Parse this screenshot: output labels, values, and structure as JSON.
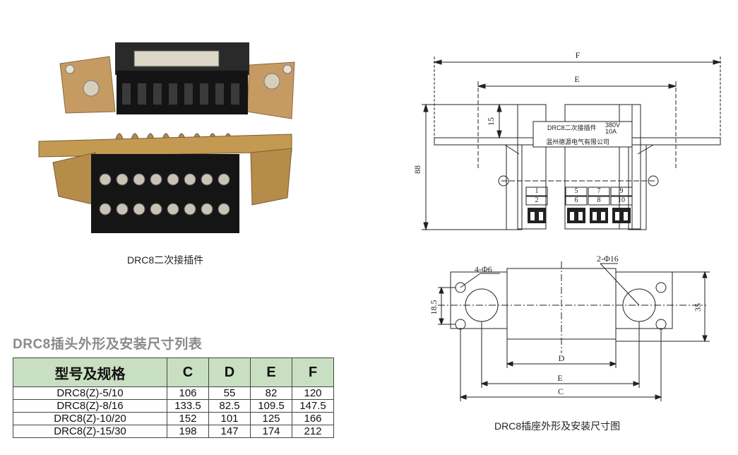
{
  "photo_caption": "DRC8二次接插件",
  "drawing_caption": "DRC8插座外形及安装尺寸图",
  "table_title": "DRC8插头外形及安装尺寸列表",
  "table": {
    "headers": [
      "型号及规格",
      "C",
      "D",
      "E",
      "F"
    ],
    "rows": [
      [
        "DRC8(Z)-5/10",
        "106",
        "55",
        "82",
        "120"
      ],
      [
        "DRC8(Z)-8/16",
        "133.5",
        "82.5",
        "109.5",
        "147.5"
      ],
      [
        "DRC8(Z)-10/20",
        "152",
        "101",
        "125",
        "166"
      ],
      [
        "DRC8(Z)-15/30",
        "198",
        "147",
        "174",
        "212"
      ]
    ]
  },
  "front_view": {
    "dim_F": "F",
    "dim_E": "E",
    "dim_15": "15",
    "dim_88": "88",
    "label_line1": "DRC8二次接插件",
    "label_voltage": "380V",
    "label_current": "10A",
    "label_company": "温州德源电气有限公司",
    "terminals_top": [
      "1",
      "5",
      "7",
      "9"
    ],
    "terminals_bottom": [
      "2",
      "6",
      "8",
      "10"
    ]
  },
  "top_view": {
    "hole_small": "4-Φ6",
    "hole_large": "2-Φ16",
    "dim_18_5": "18.5",
    "dim_35": "35",
    "dim_D": "D",
    "dim_E": "E",
    "dim_C": "C"
  },
  "colors": {
    "table_header_bg": "#c9dfc1",
    "brass": "#c9a25a",
    "bakelite": "#1a1a1a"
  }
}
